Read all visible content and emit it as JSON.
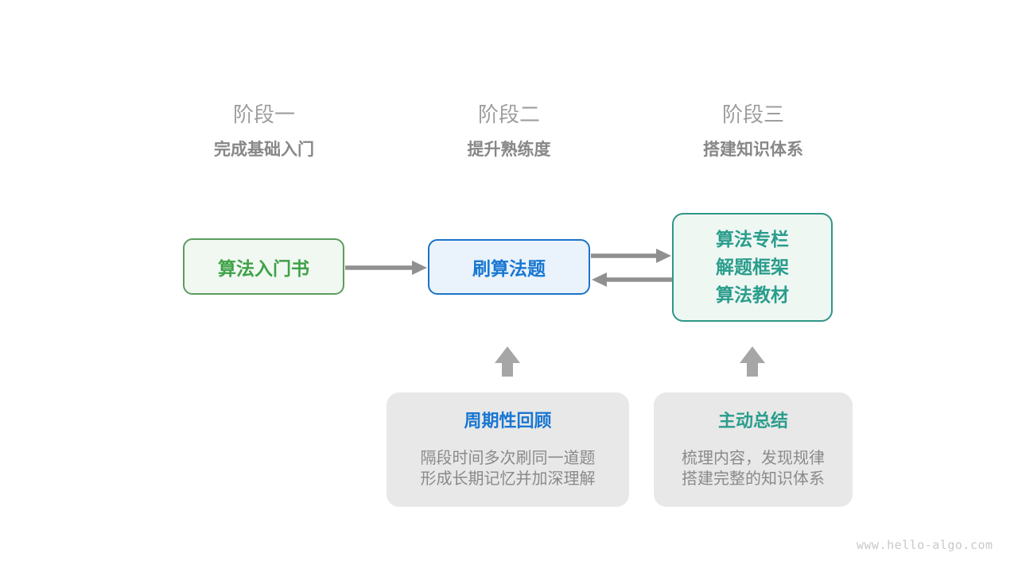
{
  "phases": [
    {
      "label": "阶段一",
      "subtitle": "完成基础入门"
    },
    {
      "label": "阶段二",
      "subtitle": "提升熟练度"
    },
    {
      "label": "阶段三",
      "subtitle": "搭建知识体系"
    }
  ],
  "nodes": {
    "intro_book": {
      "label": "算法入门书"
    },
    "practice": {
      "label": "刷算法题"
    },
    "resources": {
      "lines": [
        "算法专栏",
        "解题框架",
        "算法教材"
      ]
    }
  },
  "notes": [
    {
      "title": "周期性回顾",
      "lines": [
        "隔段时间多次刷同一道题",
        "形成长期记忆并加深理解"
      ]
    },
    {
      "title": "主动总结",
      "lines": [
        "梳理内容，发现规律",
        "搭建完整的知识体系"
      ]
    }
  ],
  "watermark": "www.hello-algo.com",
  "colors": {
    "phase_label": "#9e9e9e",
    "phase_subtitle": "#878787",
    "green_text": "#3fa14a",
    "green_border": "#5a9e5d",
    "green_fill": "#f1f8f1",
    "blue_text": "#1877d2",
    "blue_border": "#1a73c8",
    "blue_fill": "#eaf3fb",
    "teal_text": "#2a9d8c",
    "teal_border": "#2f9688",
    "teal_fill": "#eff7f3",
    "note_background": "#e8e8e8",
    "note_body_text": "#8a8a8a",
    "arrow": "#909090",
    "watermark_text": "#c9c9c9"
  }
}
